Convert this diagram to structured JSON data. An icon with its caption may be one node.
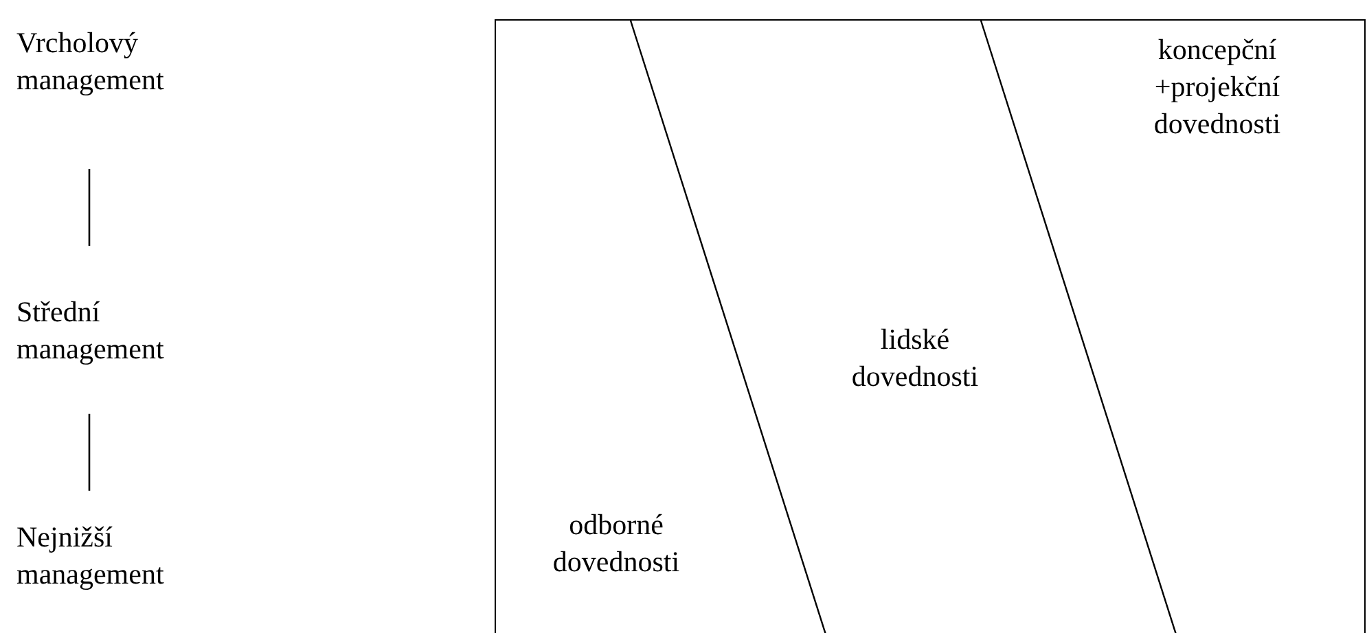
{
  "diagram": {
    "nodes": [
      {
        "text": [
          "Vrcholový management"
        ]
      },
      {
        "text": [
          "Střední management"
        ]
      },
      {
        "text": [
          "Nejnižší management"
        ]
      },
      {
        "text": [],
        "shape": "box"
      },
      {
        "text": [
          "odborné dovednosti"
        ],
        "in": 3
      },
      {
        "text": [
          "lidské dovednosti"
        ],
        "in": 3
      },
      {
        "text": [
          "koncepční +projekční dovednosti"
        ],
        "in": 3
      }
    ],
    "edges": [
      {
        "from": 0,
        "to": 1,
        "arrow": "none"
      },
      {
        "from": 1,
        "to": 2,
        "arrow": "none"
      }
    ]
  }
}
